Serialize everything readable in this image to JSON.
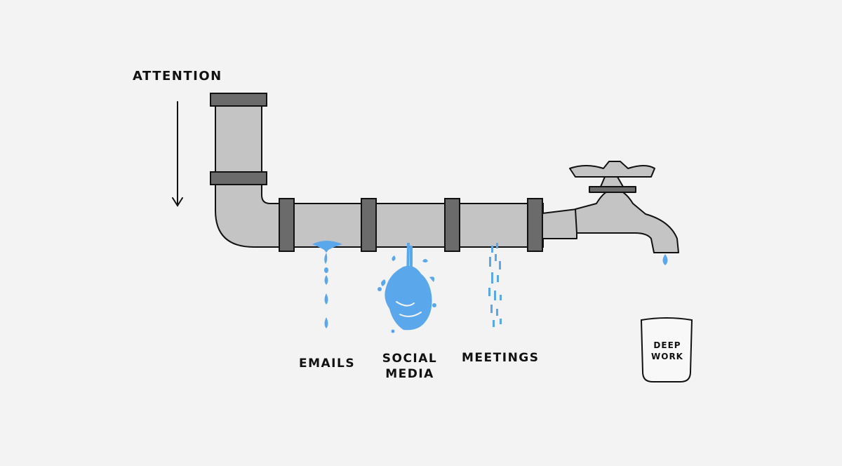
{
  "labels": {
    "attention": "ATTENTION",
    "emails": "EMAILS",
    "social_media_line1": "SOCIAL",
    "social_media_line2": "MEDIA",
    "meetings": "MEETINGS",
    "deep_work_line1": "DEEP",
    "deep_work_line2": "WORK"
  },
  "colors": {
    "background": "#f3f3f3",
    "pipe": "#c4c4c4",
    "coupling": "#6b6b6b",
    "water": "#5aa7ec",
    "outline": "#111111"
  }
}
